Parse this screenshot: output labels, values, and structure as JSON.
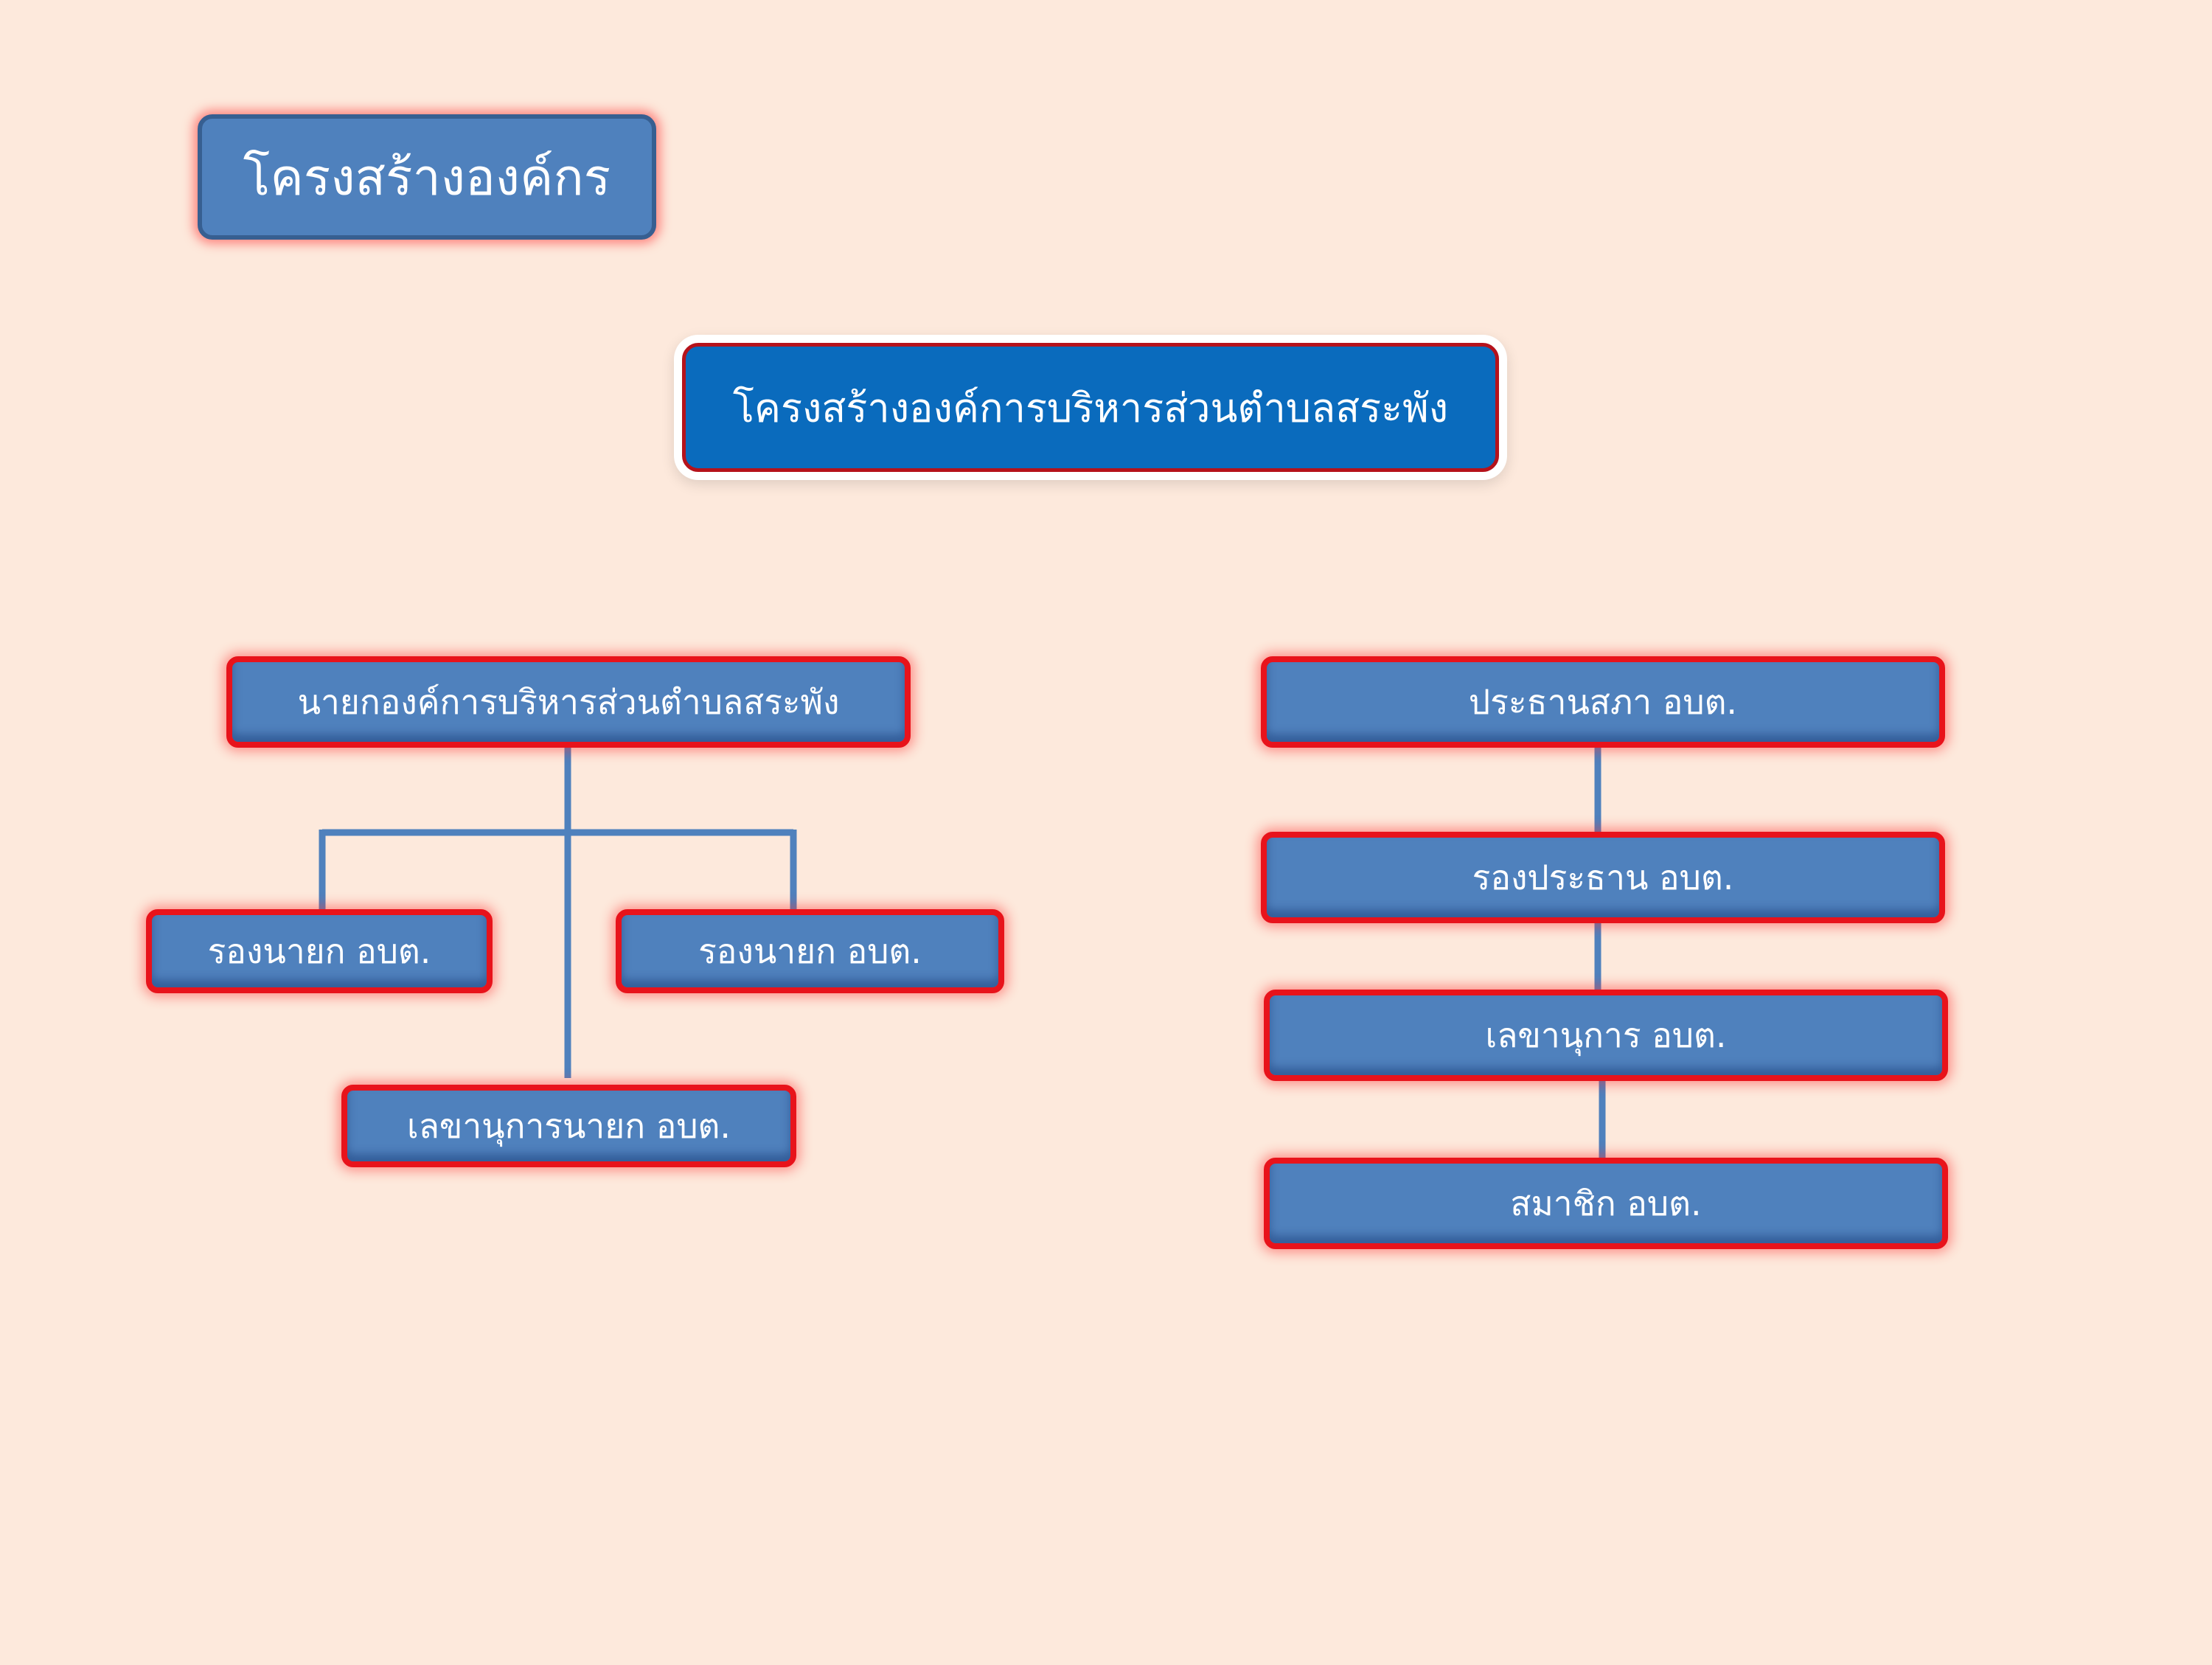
{
  "page_title": "โครงสร้างองค์กร",
  "main_title": "โครงสร้างองค์การบริหารส่วนตำบลสระพัง",
  "executive": {
    "mayor": "นายกองค์การบริหารส่วนตำบลสระพัง",
    "deputy_left": "รองนายก อบต.",
    "deputy_right": "รองนายก อบต.",
    "secretary": "เลขานุการนายก อบต."
  },
  "council": {
    "chair": "ประธานสภา อบต.",
    "vice_chair": "รองประธาน อบต.",
    "secretary": "เลขานุการ อบต.",
    "member": "สมาชิก อบต."
  },
  "colors": {
    "background": "#fde9dc",
    "box_fill": "#4f81bd",
    "main_title_fill": "#0a6bbd",
    "border_red": "#e8131b",
    "connector": "#4f81bd"
  }
}
